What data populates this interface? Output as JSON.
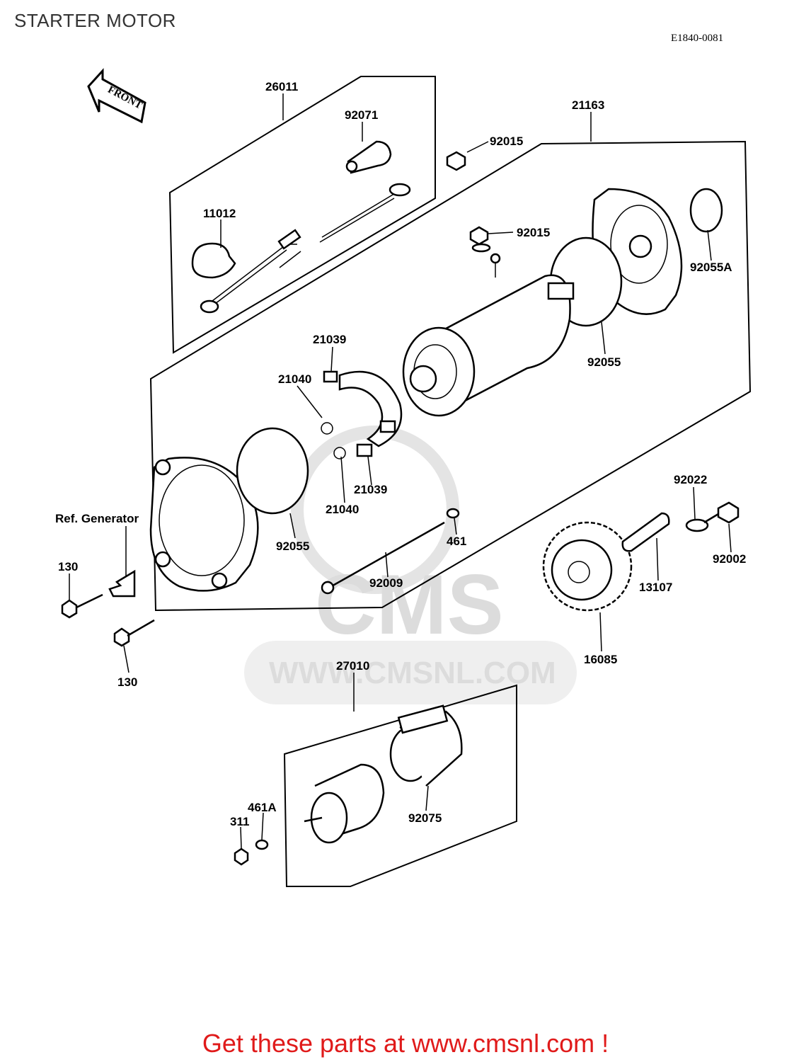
{
  "page": {
    "title": "STARTER MOTOR",
    "diagram_code": "E1840-0081",
    "front_label": "FRONT",
    "ref_generator": "Ref. Generator",
    "watermark_logo": "CMS",
    "watermark_url": "WWW.CMSNL.COM",
    "cta": "Get these parts at www.cmsnl.com !"
  },
  "parts": [
    "26011",
    "92071",
    "11012",
    "92015",
    "21163",
    "92015",
    "92055A",
    "92055",
    "21039",
    "21040",
    "21039",
    "21040",
    "92055",
    "92009",
    "461",
    "92022",
    "92002",
    "13107",
    "16085",
    "130",
    "130",
    "27010",
    "92075",
    "461A",
    "311"
  ],
  "colors": {
    "cta": "#e01a1a",
    "watermark": "#dcdcdc",
    "lines": "#000000"
  }
}
